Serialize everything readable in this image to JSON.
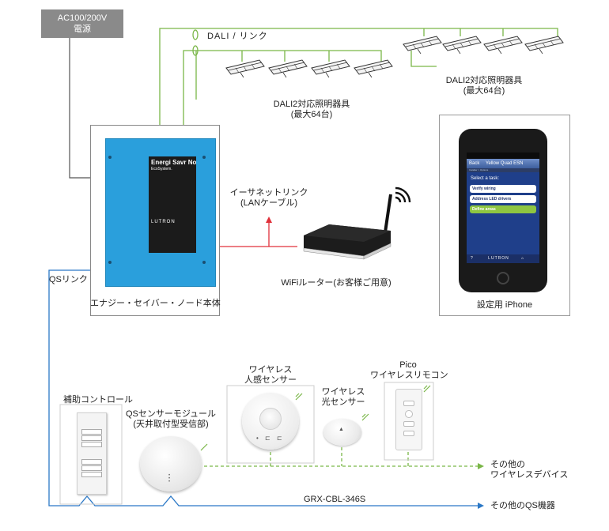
{
  "power_source": {
    "line1": "AC100/200V",
    "line2": "電源"
  },
  "dali_link": "DALI / リンク",
  "fixtures_right": {
    "line1": "DALI2対応照明器具",
    "line2": "(最大64台)"
  },
  "fixtures_left": {
    "line1": "DALI2対応照明器具",
    "line2": "(最大64台)"
  },
  "node": {
    "caption": "エナジー・セイバー・ノード本体",
    "brand": "Energi Savr Node.",
    "sub_brand": "EcoSystem.",
    "maker": "LUTRON"
  },
  "ethernet": {
    "line1": "イーサネットリンク",
    "line2": "(LANケーブル)"
  },
  "router_caption": "WiFiルーター(お客様ご用意)",
  "phone": {
    "caption": "設定用 iPhone",
    "header_back": "Back",
    "header_title": "Yellow Quad ESN",
    "tab": "Installer > Options",
    "prompt": "Select a task:",
    "tasks": [
      "Verify wiring",
      "Address LED drivers",
      "Define areas"
    ],
    "footer_help": "?",
    "footer_brand": "LUTRON"
  },
  "qs_link": "QSリンク",
  "devices": {
    "keypad": "補助コントロール",
    "qs_sensor": {
      "line1": "QSセンサーモジュール",
      "line2": "(天井取付型受信部)"
    },
    "occupancy": {
      "line1": "ワイヤレス",
      "line2": "人感センサー"
    },
    "daylight": {
      "line1": "ワイヤレス",
      "line2": "光センサー"
    },
    "pico": {
      "line1": "Pico",
      "line2": "ワイヤレスリモコン"
    }
  },
  "other_wireless": {
    "line1": "その他の",
    "line2": "ワイヤレスデバイス"
  },
  "cable": "GRX-CBL-346S",
  "other_qs": "その他のQS機器",
  "colors": {
    "dali_line": "#7ab648",
    "ethernet_line": "#e0303a",
    "qs_line": "#2b78c6",
    "power_line": "#555555"
  }
}
